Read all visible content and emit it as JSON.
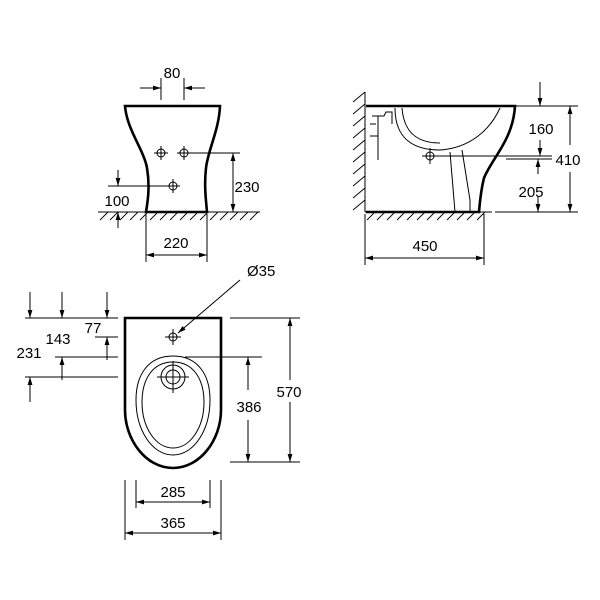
{
  "drawing": {
    "line_color": "#000000",
    "background": "#ffffff",
    "front_view": {
      "width_top": "80",
      "height_low": "100",
      "height_mid": "230",
      "base_width": "220"
    },
    "side_view": {
      "top_offset": "160",
      "height_total": "410",
      "height_low": "205",
      "depth": "450"
    },
    "top_view": {
      "hole_diameter": "Ø35",
      "offset_a": "231",
      "offset_b": "143",
      "offset_c": "77",
      "length_total": "570",
      "length_inner": "386",
      "width_inner": "285",
      "width_total": "365"
    }
  }
}
